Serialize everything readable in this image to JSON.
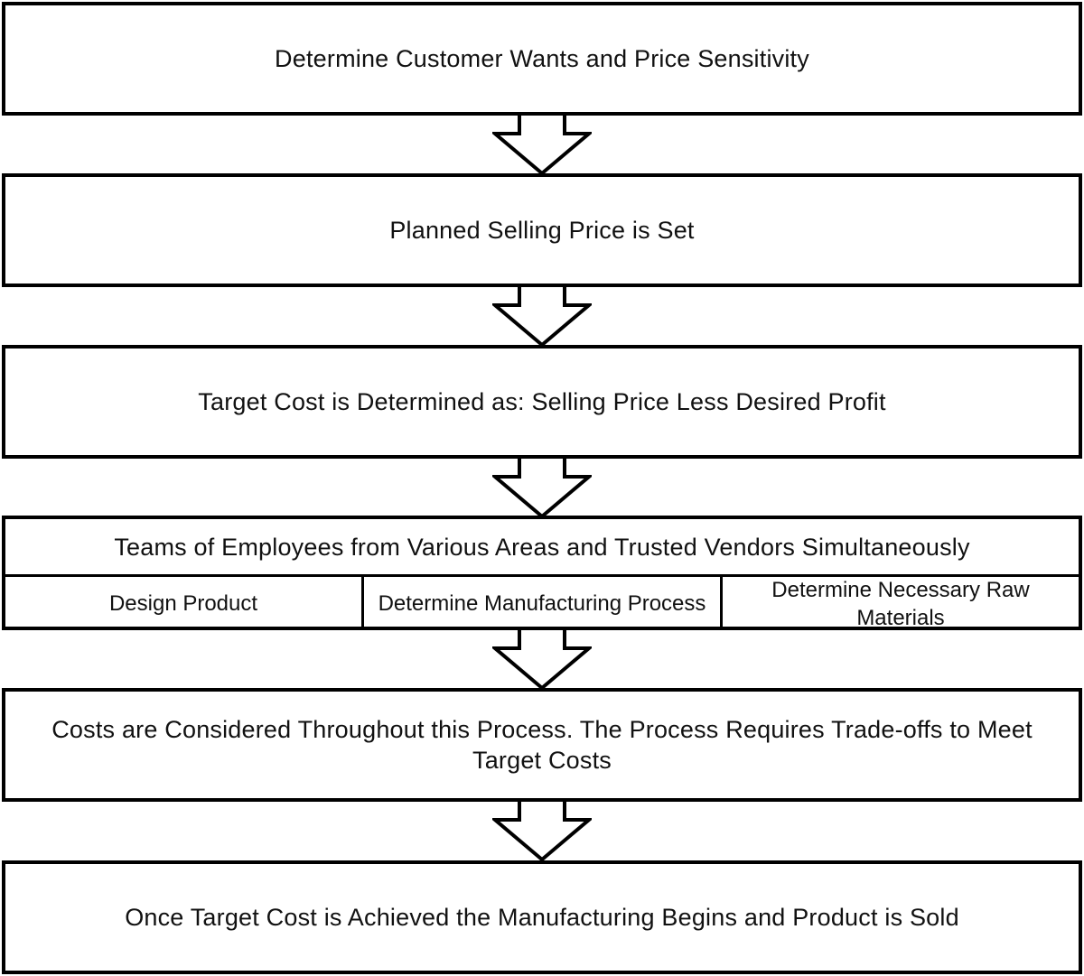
{
  "flowchart": {
    "steps": [
      {
        "label": "Determine Customer Wants and Price Sensitivity"
      },
      {
        "label": "Planned Selling Price is Set"
      },
      {
        "label": "Target Cost is Determined as: Selling Price Less Desired Profit"
      },
      {
        "label": "Teams of Employees from Various Areas and Trusted Vendors Simultaneously",
        "substeps": [
          {
            "label": "Design Product"
          },
          {
            "label": "Determine Manufacturing Process"
          },
          {
            "label": "Determine Necessary Raw Materials"
          }
        ]
      },
      {
        "label": "Costs are Considered Throughout this Process. The Process Requires Trade-offs to Meet Target Costs"
      },
      {
        "label": "Once Target Cost is Achieved the Manufacturing Begins and Product is Sold"
      }
    ],
    "colors": {
      "stroke": "#000000",
      "fill": "#ffffff",
      "text": "#111111"
    },
    "arrow_icon": "hollow-down-arrow"
  }
}
